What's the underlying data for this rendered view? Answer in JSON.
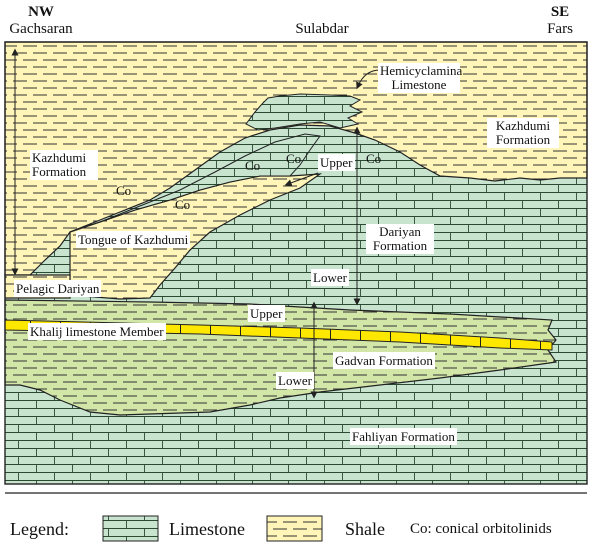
{
  "header": {
    "left_dir": "NW",
    "left_place": "Gachsaran",
    "center_place": "Sulabdar",
    "right_dir": "SE",
    "right_place": "Fars"
  },
  "labels": {
    "hemicyclamina_1": "Hemicyclamina",
    "hemicyclamina_2": "Limestone",
    "kazhdumi_right_1": "Kazhdumi",
    "kazhdumi_right_2": "Formation",
    "kazhdumi_left_1": "Kazhdumi",
    "kazhdumi_left_2": "Formation",
    "co_1": "Co",
    "co_2": "Co",
    "co_3": "Co",
    "co_4": "Co",
    "co_5": "Co",
    "dariyan_upper": "Upper",
    "dariyan_1": "Dariyan",
    "dariyan_2": "Formation",
    "dariyan_lower": "Lower",
    "tongue": "Tongue of Kazhdumi",
    "pelagic": "Pelagic Dariyan",
    "gadvan_upper": "Upper",
    "khalij": "Khalij limestone Member",
    "gadvan": "Gadvan Formation",
    "gadvan_lower": "Lower",
    "fahliyan": "Fahliyan Formation"
  },
  "legend": {
    "title": "Legend:",
    "limestone": "Limestone",
    "shale": "Shale",
    "co_note": "Co: conical orbitolinids"
  },
  "colors": {
    "shale": "#fff5b8",
    "limestone": "#c8e4cf",
    "gadvan": "#d2e6a8",
    "khalij": "#ffe800",
    "line": "#222222"
  }
}
